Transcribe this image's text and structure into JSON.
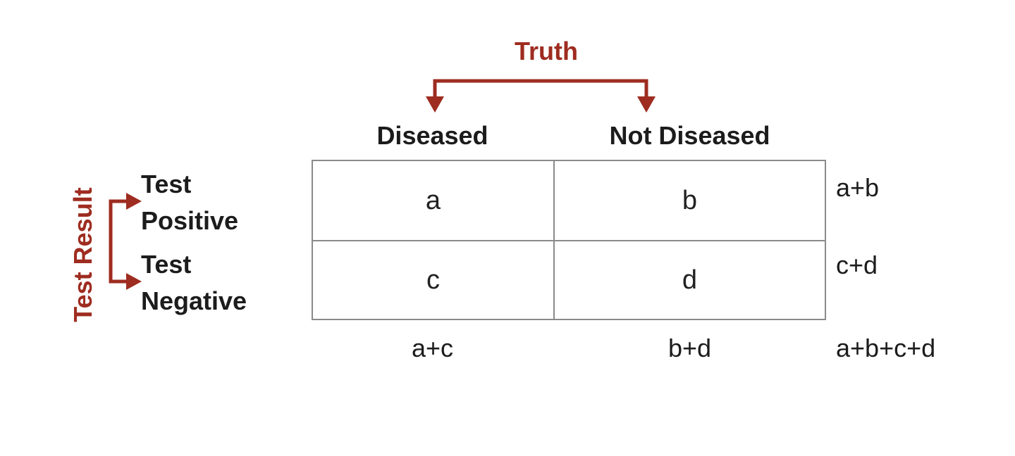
{
  "colors": {
    "accent": "#9e2c20",
    "text": "#1c1c1c",
    "border": "#8a8a8a",
    "background": "#ffffff"
  },
  "truth": {
    "label": "Truth"
  },
  "test_result": {
    "label": "Test Result"
  },
  "columns": {
    "diseased": "Diseased",
    "not_diseased": "Not Diseased"
  },
  "rows": {
    "positive": {
      "line1": "Test",
      "line2": "Positive"
    },
    "negative": {
      "line1": "Test",
      "line2": "Negative"
    }
  },
  "cells": {
    "a": "a",
    "b": "b",
    "c": "c",
    "d": "d"
  },
  "totals": {
    "row_positive": "a+b",
    "row_negative": "c+d",
    "col_diseased": "a+c",
    "col_not_diseased": "b+d",
    "grand": "a+b+c+d"
  }
}
